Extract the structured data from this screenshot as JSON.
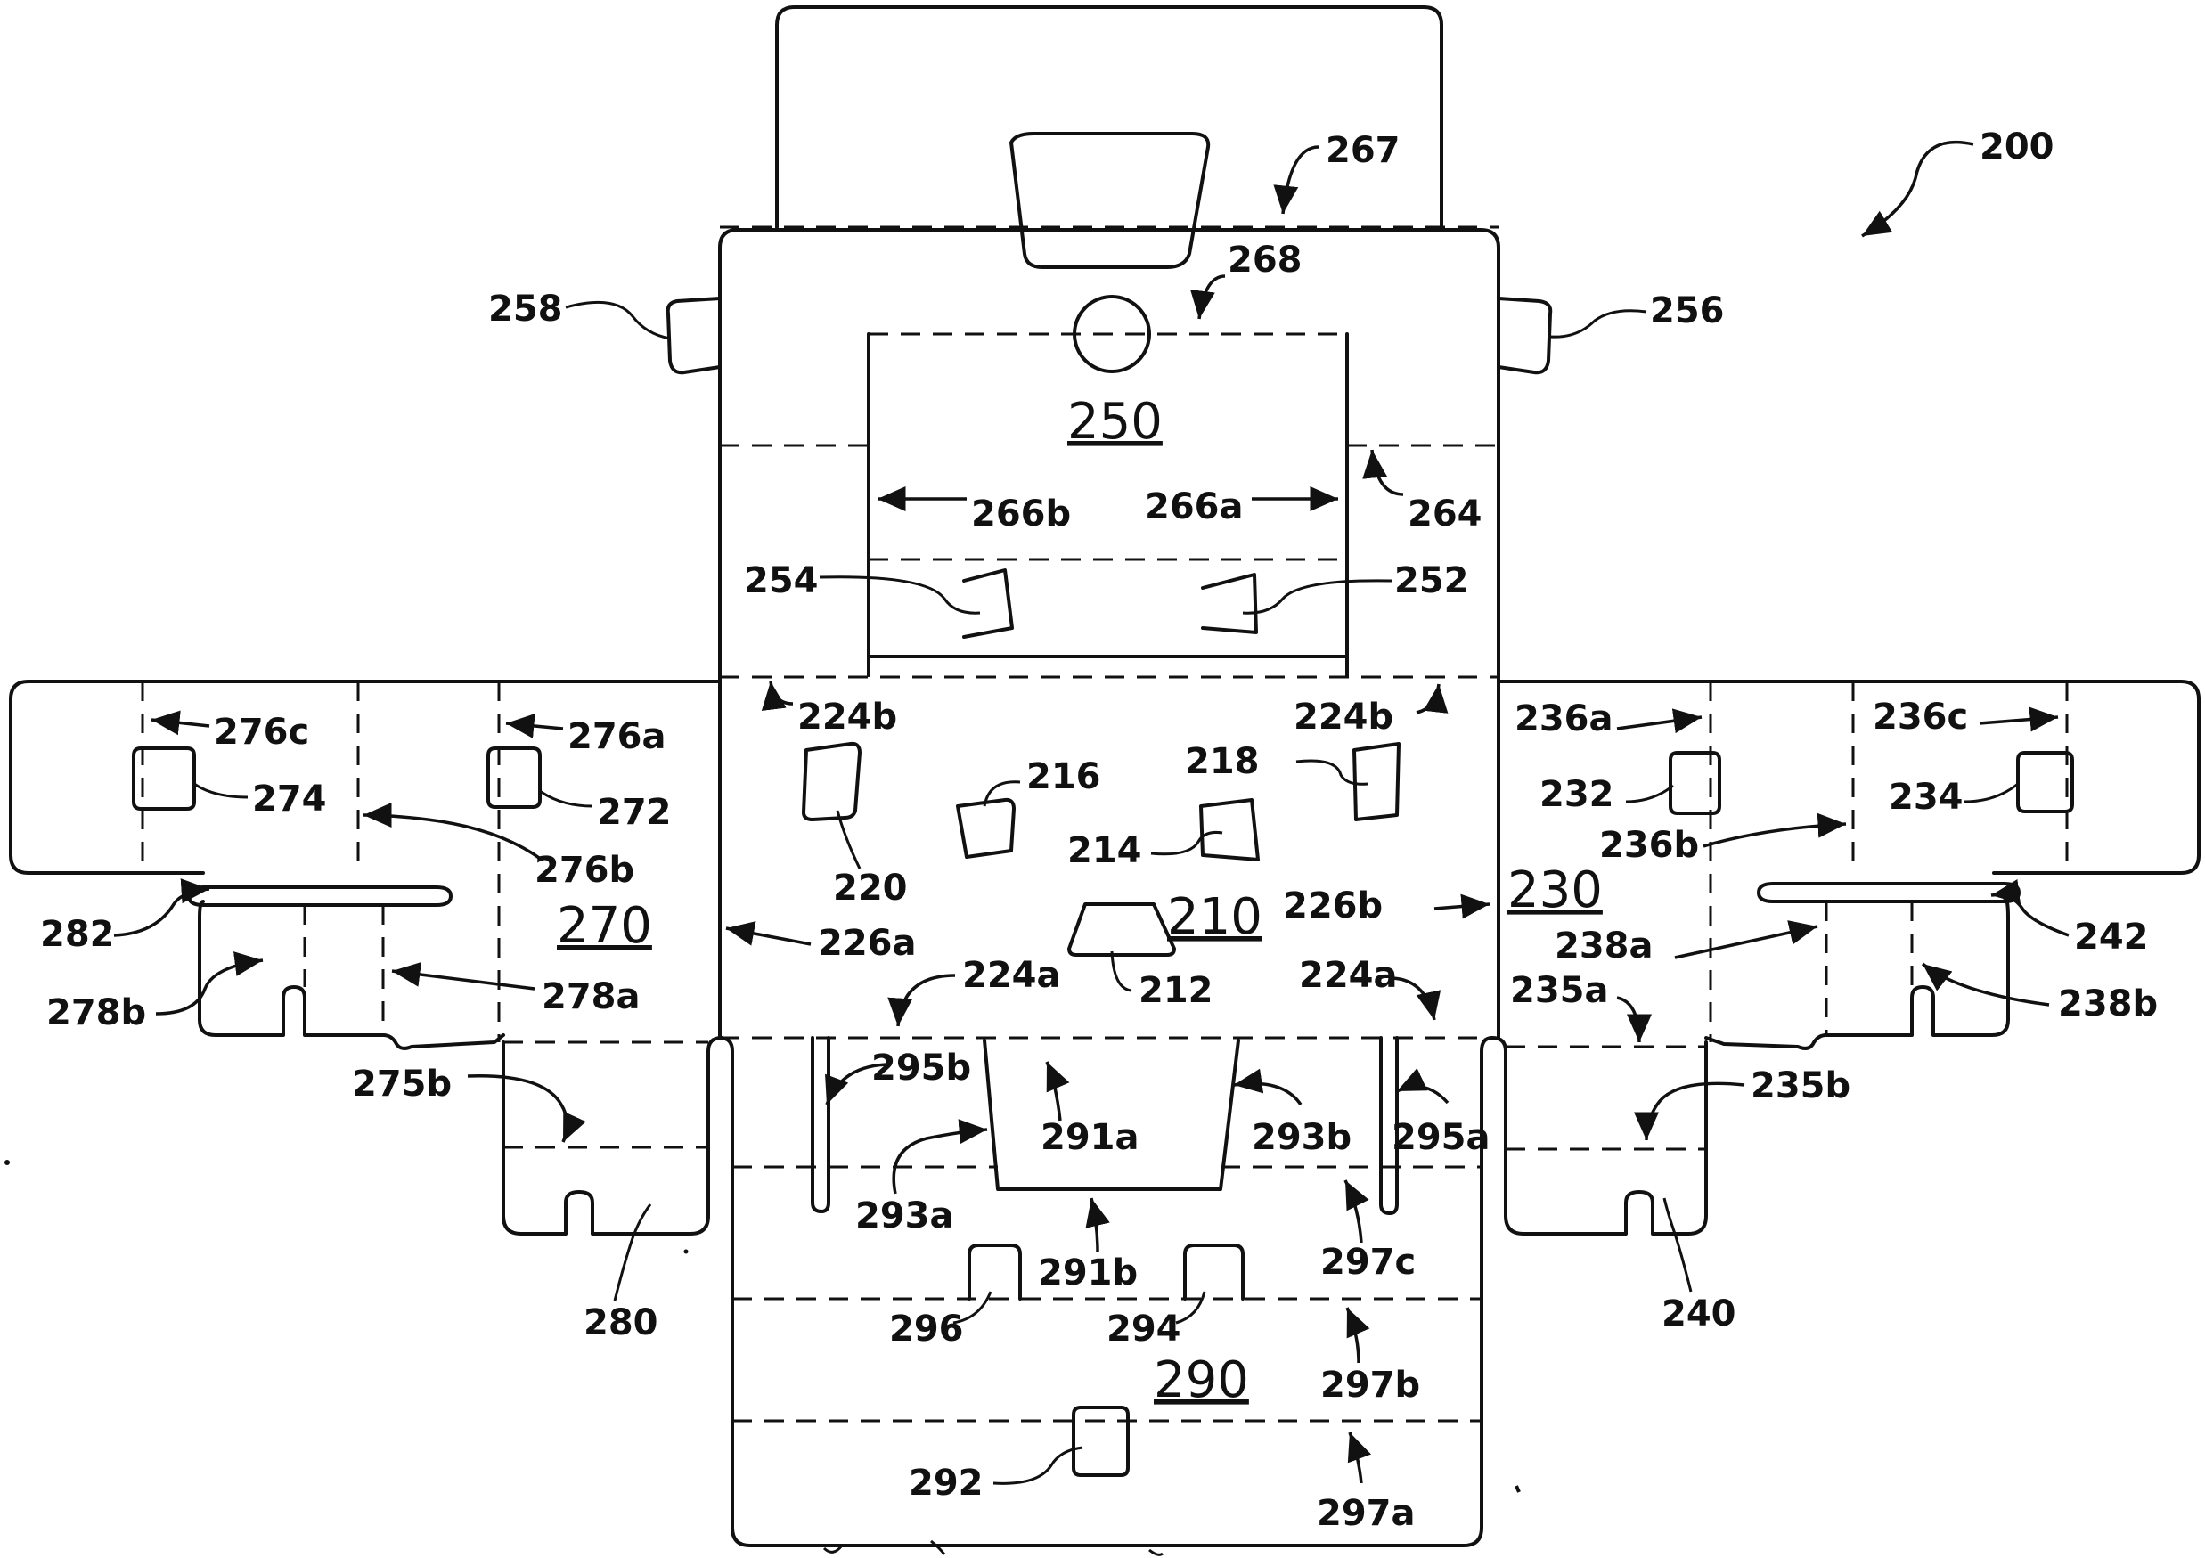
{
  "figure_ref": "200",
  "panels": {
    "p210": "210",
    "p230": "230",
    "p250": "250",
    "p270": "270",
    "p290": "290"
  },
  "refs": {
    "r267": "267",
    "r268": "268",
    "r258": "258",
    "r256": "256",
    "r266b": "266b",
    "r266a": "266a",
    "r264": "264",
    "r254": "254",
    "r252": "252",
    "r224b_left": "224b",
    "r224b_right": "224b",
    "r276c": "276c",
    "r276a": "276a",
    "r274": "274",
    "r272": "272",
    "r276b": "276b",
    "r216": "216",
    "r218": "218",
    "r214": "214",
    "r220": "220",
    "r236a": "236a",
    "r236c": "236c",
    "r232": "232",
    "r234": "234",
    "r236b": "236b",
    "r282": "282",
    "r226a": "226a",
    "r212": "212",
    "r226b": "226b",
    "r242": "242",
    "r238a": "238a",
    "r278b": "278b",
    "r278a": "278a",
    "r224a_left": "224a",
    "r224a_right": "224a",
    "r235a": "235a",
    "r238b": "238b",
    "r275b": "275b",
    "r295b": "295b",
    "r291a": "291a",
    "r293b": "293b",
    "r295a": "295a",
    "r235b": "235b",
    "r293a": "293a",
    "r291b": "291b",
    "r297c": "297c",
    "r280": "280",
    "r296": "296",
    "r294": "294",
    "r240": "240",
    "r297b": "297b",
    "r292": "292",
    "r297a": "297a"
  }
}
